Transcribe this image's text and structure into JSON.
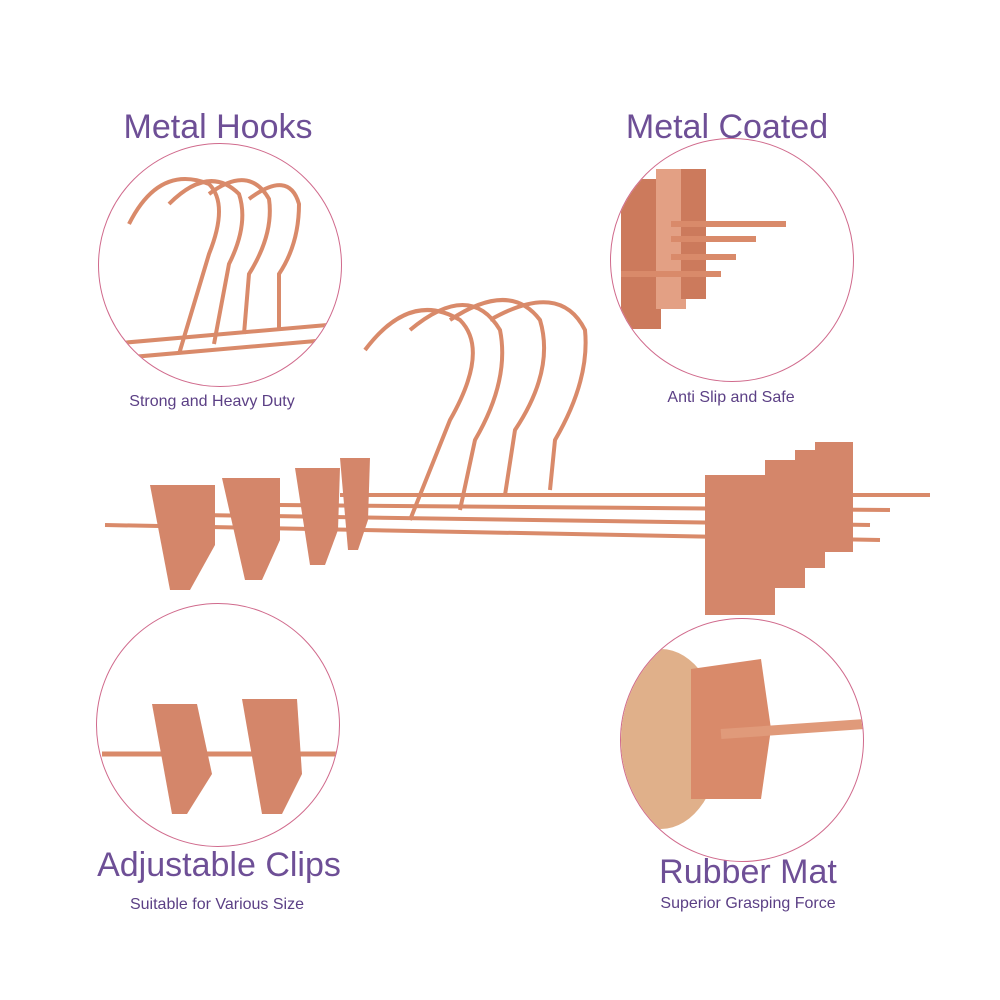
{
  "features": [
    {
      "title": "Metal Hooks",
      "subtitle": "Strong and Heavy Duty"
    },
    {
      "title": "Metal Coated",
      "subtitle": "Anti Slip and Safe"
    },
    {
      "title": "Adjustable Clips",
      "subtitle": "Suitable for Various Size"
    },
    {
      "title": "Rubber Mat",
      "subtitle": "Superior Grasping Force"
    }
  ],
  "colors": {
    "heading": "#6e4f96",
    "circle_border": "#d06a8c",
    "metal": "#d98a6a"
  }
}
